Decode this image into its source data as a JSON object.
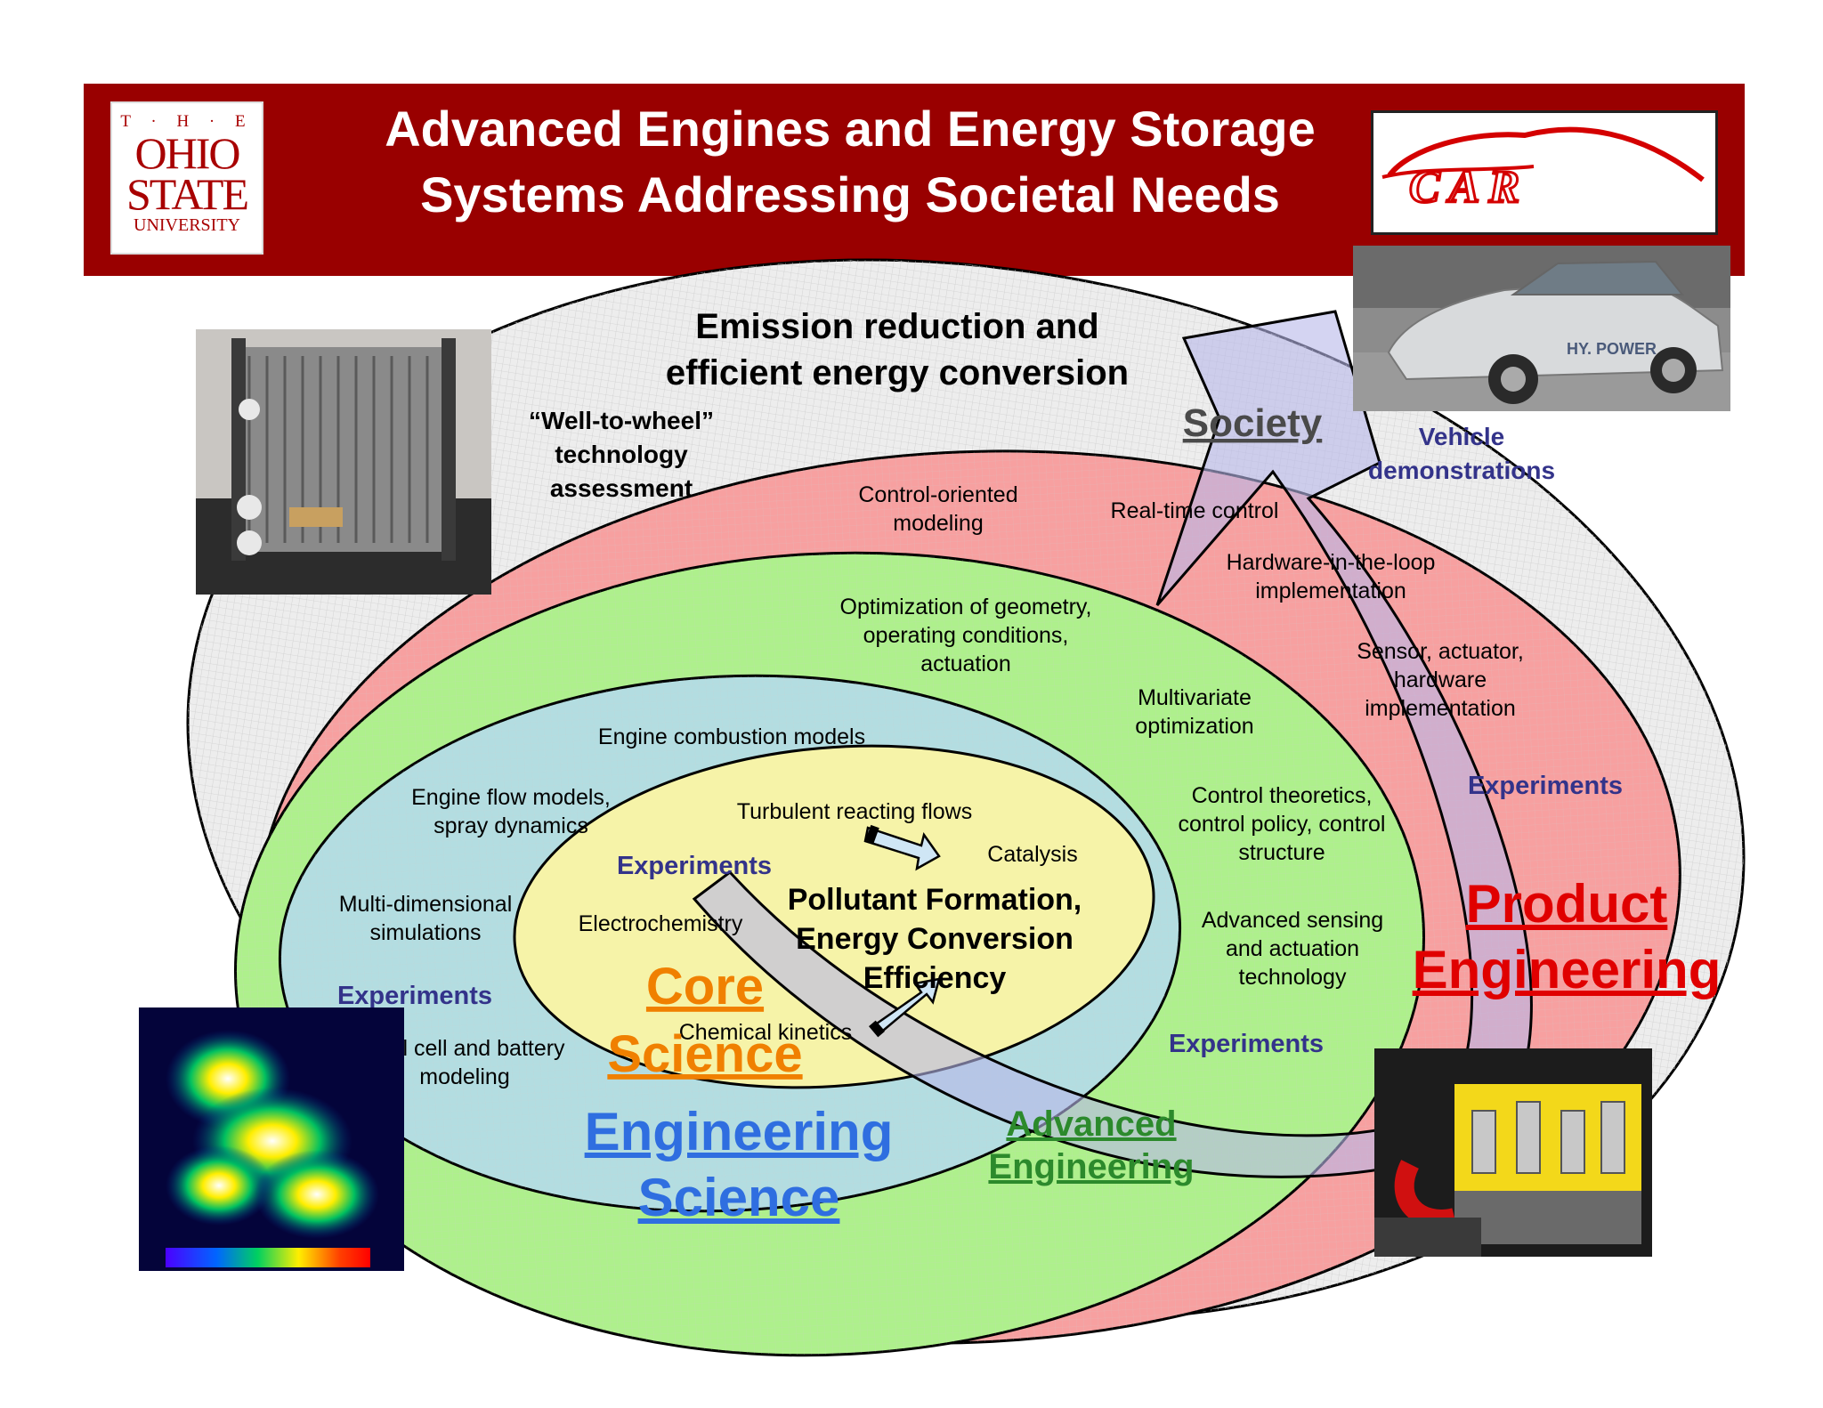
{
  "header": {
    "title_line1": "Advanced Engines and Energy Storage",
    "title_line2": "Systems Addressing Societal Needs",
    "logo_the": "T · H · E",
    "logo_ohio": "OHIO",
    "logo_state": "STATE",
    "logo_university": "UNIVERSITY",
    "logo_car_text": "CAR"
  },
  "photos": {
    "car_plate": "HY. POWER"
  },
  "society": {
    "heading_line1": "Emission reduction and",
    "heading_line2": "efficient energy conversion",
    "wtw_line1": "“Well-to-wheel”",
    "wtw_line2": "technology",
    "wtw_line3": "assessment",
    "label": "Society",
    "vehicle_line1": "Vehicle",
    "vehicle_line2": "demonstrations"
  },
  "product": {
    "control_line1": "Control-oriented",
    "control_line2": "modeling",
    "realtime": "Real-time control",
    "hil_line1": "Hardware-in-the-loop",
    "hil_line2": "implementation",
    "sensor_line1": "Sensor, actuator,",
    "sensor_line2": "hardware",
    "sensor_line3": "implementation",
    "experiments": "Experiments",
    "label_line1": "Product",
    "label_line2": "Engineering"
  },
  "advanced": {
    "opt_line1": "Optimization of geometry,",
    "opt_line2": "operating conditions,",
    "opt_line3": "actuation",
    "multi_line1": "Multivariate",
    "multi_line2": "optimization",
    "ctrl_line1": "Control theoretics,",
    "ctrl_line2": "control policy, control",
    "ctrl_line3": "structure",
    "sense_line1": "Advanced sensing",
    "sense_line2": "and actuation",
    "sense_line3": "technology",
    "experiments": "Experiments",
    "label_line1": "Advanced",
    "label_line2": "Engineering"
  },
  "engsci": {
    "combustion": "Engine combustion models",
    "flow_line1": "Engine flow models,",
    "flow_line2": "spray dynamics",
    "multidim_line1": "Multi-dimensional",
    "multidim_line2": "simulations",
    "experiments": "Experiments",
    "fuel_line1": "Fuel cell and battery",
    "fuel_line2": "modeling",
    "label_line1": "Engineering",
    "label_line2": "Science"
  },
  "core": {
    "turbulent": "Turbulent reacting flows",
    "catalysis": "Catalysis",
    "experiments": "Experiments",
    "electro": "Electrochemistry",
    "pollutant_line1": "Pollutant Formation,",
    "pollutant_line2": "Energy Conversion",
    "pollutant_line3": "Efficiency",
    "kinetics": "Chemical kinetics",
    "label_line1": "Core",
    "label_line2": "Science"
  },
  "colors": {
    "banner": "#990000",
    "society_fill": "#ededed",
    "product_fill": "#f7a0a0",
    "advanced_fill": "#aef08c",
    "engsci_fill": "#b3dde1",
    "core_fill": "#f6f3a8",
    "experiments": "#33338a",
    "core_label": "#f08000",
    "engsci_label": "#2f6ee0",
    "advanced_label": "#2c8a2c",
    "product_label": "#e00000",
    "arrow_fill": "#b8b8ea"
  }
}
